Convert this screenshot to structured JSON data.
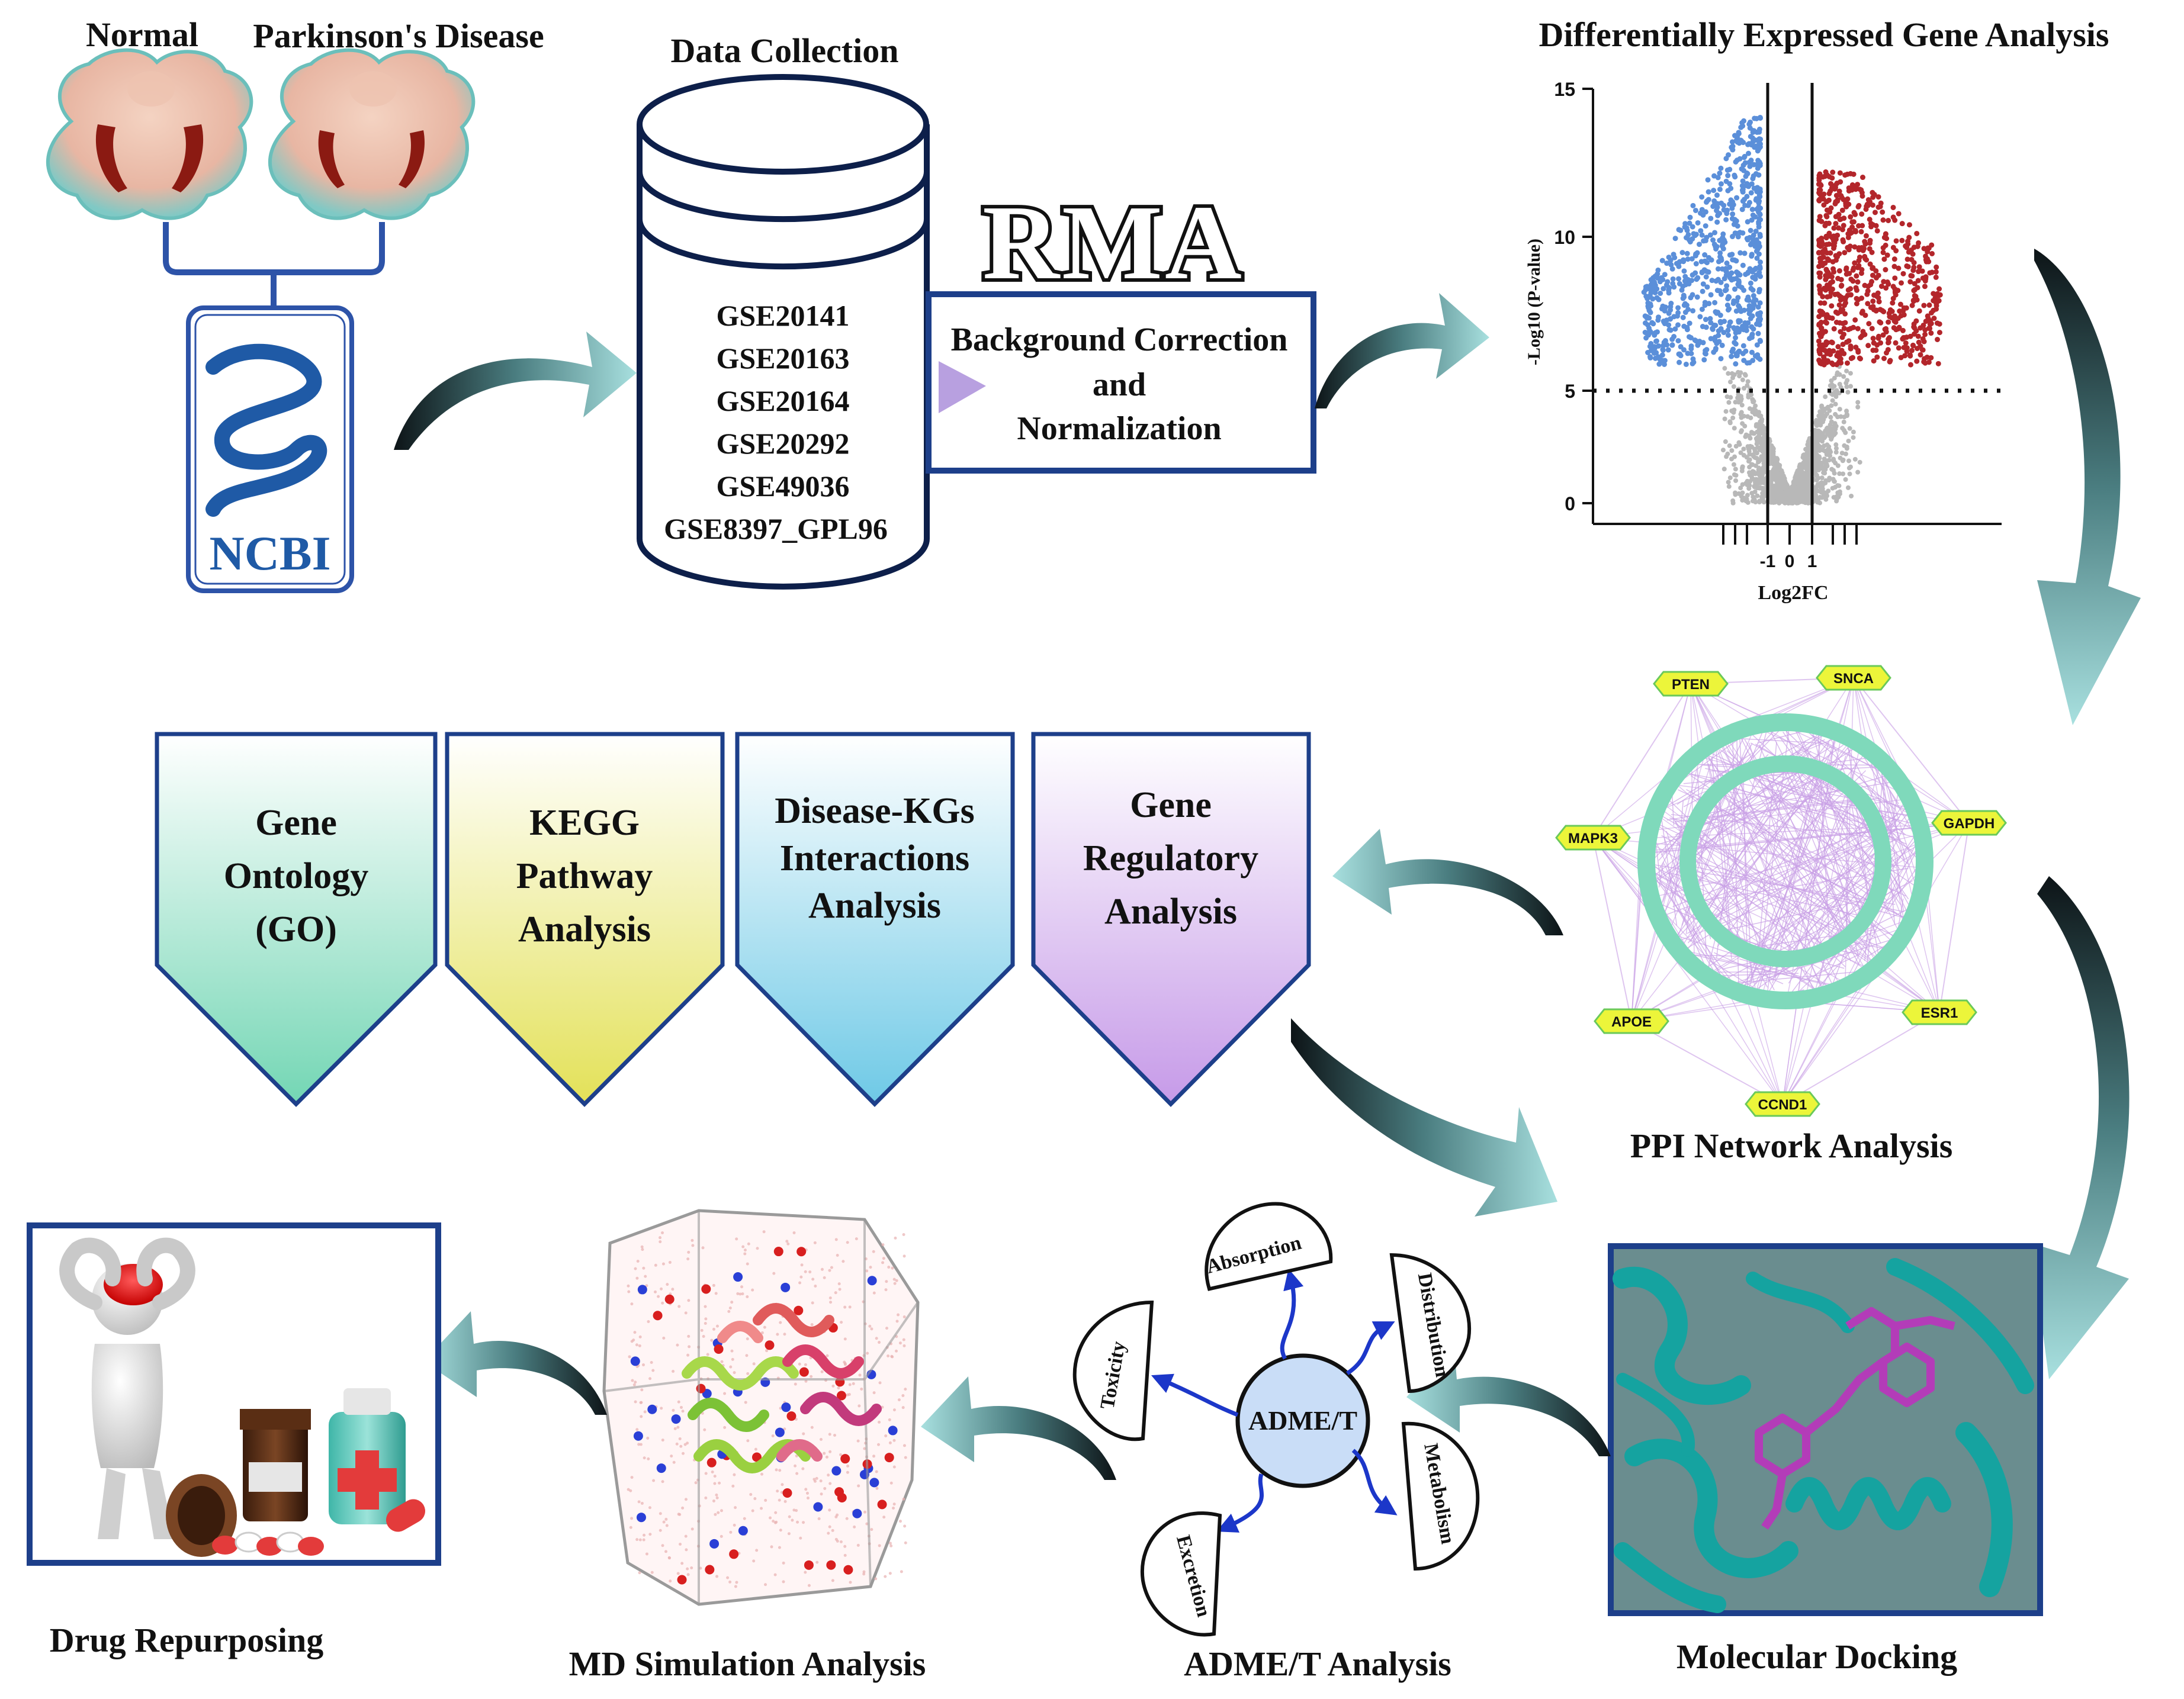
{
  "top": {
    "normal_label": "Normal",
    "pd_label": "Parkinson's Disease",
    "ncbi_label": "NCBI",
    "data_collection_title": "Data Collection",
    "datasets": [
      "GSE20141",
      "GSE20163",
      "GSE20164",
      "GSE20292",
      "GSE49036",
      "GSE8397_GPL96"
    ],
    "rma_label": "RMA",
    "rma_box": [
      "Background Correction",
      "and",
      "Normalization"
    ]
  },
  "volcano": {
    "title": "Differentially Expressed Gene Analysis",
    "y_ticks": [
      "15",
      "10",
      "5",
      "0"
    ],
    "ylabel": "-Log10 (P-value)",
    "x_ticks": [
      "-1",
      "0",
      "1"
    ],
    "xlabel": "Log2FC",
    "colors": {
      "down": "#5b8fd9",
      "up": "#b3262b",
      "ns": "#b8b8b8"
    }
  },
  "chart_data": {
    "type": "scatter",
    "title": "Differentially Expressed Gene Analysis",
    "xlabel": "Log2FC",
    "ylabel": "-Log10 (P-value)",
    "ylim": [
      0,
      15
    ],
    "y_ticks": [
      0,
      5,
      10,
      15
    ],
    "x_ticks_labeled": [
      -1,
      0,
      1
    ],
    "thresholds": {
      "log2fc": [
        -1,
        1
      ],
      "neg_log10_p": 5
    },
    "series": [
      {
        "name": "",
        "color": "#5b8fd9"
      },
      {
        "name": "",
        "color": "#b3262b"
      },
      {
        "name": "",
        "color": "#b8b8b8"
      }
    ]
  },
  "ppi": {
    "title": "PPI Network Analysis",
    "nodes": [
      "PTEN",
      "SNCA",
      "GAPDH",
      "ESR1",
      "CCND1",
      "APOE",
      "MAPK3"
    ],
    "ring_color": "#7fd9bb",
    "edge_color": "#c9a0e6",
    "node_color": "#ecf53a"
  },
  "analyses": [
    {
      "lines": [
        "Gene",
        "Ontology",
        "(GO)"
      ],
      "color": "#73d6b4"
    },
    {
      "lines": [
        "KEGG",
        "Pathway",
        "Analysis"
      ],
      "color": "#e3e158"
    },
    {
      "lines": [
        "Disease-KGs",
        "Interactions",
        "Analysis"
      ],
      "color": "#6ec9e6"
    },
    {
      "lines": [
        "Gene",
        "Regulatory",
        "Analysis"
      ],
      "color": "#c69ae8"
    }
  ],
  "bottom": {
    "docking_label": "Molecular Docking",
    "adme_label": "ADME/T Analysis",
    "adme_center": "ADME/T",
    "adme_items": [
      "Absorption",
      "Distribution",
      "Metabolism",
      "Excretion",
      "Toxicity"
    ],
    "md_label": "MD Simulation Analysis",
    "repurposing_label": "Drug Repurposing"
  }
}
